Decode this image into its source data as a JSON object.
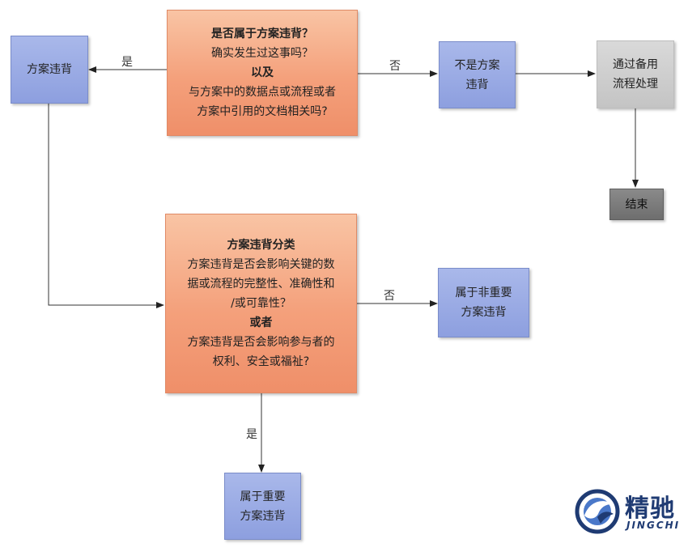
{
  "decision1": {
    "lines": [
      "是否属于方案违背？",
      "确实发生过这事吗？",
      "以及",
      "与方案中的数据点或流程或者",
      "方案中引用的文档相关吗?"
    ]
  },
  "nodes": {
    "violation": [
      "方案违背"
    ],
    "not_violation": [
      "不是方案",
      "违背"
    ],
    "alt_process": [
      "通过备用",
      "流程处理"
    ],
    "end": [
      "结束"
    ],
    "non_major": [
      "属于非重要",
      "方案违背"
    ],
    "major": [
      "属于重要",
      "方案违背"
    ]
  },
  "decision2": {
    "lines": [
      "方案违背分类",
      "方案违背是否会影响关键的数",
      "据或流程的完整性、准确性和",
      "/或可靠性？",
      "或者",
      "方案违背是否会影响参与者的",
      "权利、安全或福祉?"
    ]
  },
  "edge_labels": {
    "d1_yes": "是",
    "d1_no": "否",
    "d2_no": "否",
    "d2_yes": "是"
  },
  "logo": {
    "name": "精驰",
    "sub": "JINGCHI"
  },
  "colors": {
    "decision": "#f4a07b",
    "outcome": "#8d9fdf",
    "process": "#cfcfcf",
    "terminal": "#7a7a7a",
    "logo": "#1f3b73"
  }
}
